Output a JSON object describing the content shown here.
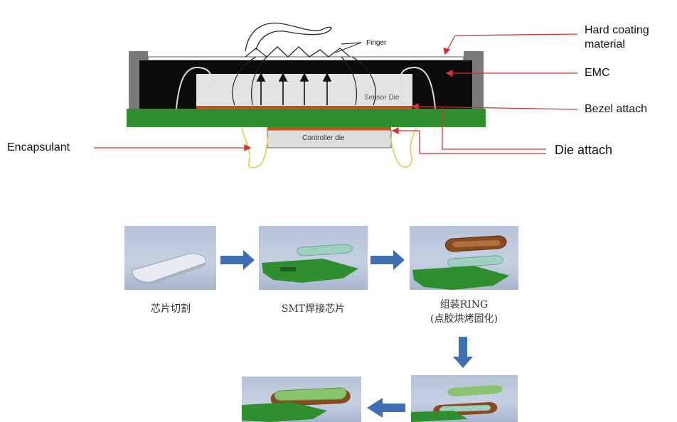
{
  "cross_section": {
    "labels": {
      "finger": "Finger",
      "hard_coating": "Hard coating\nmaterial",
      "emc": "EMC",
      "bezel_attach": "Bezel attach",
      "die_attach": "Die attach",
      "encapsulant": "Encapsulant",
      "sensor_die": "Sensor Die",
      "controller_die": "Controller die"
    },
    "colors": {
      "emc": "#0b0b0b",
      "substrate": "#2f8f2f",
      "bezel": "#7a7a7a",
      "attach_line": "#c8501c",
      "encapsulant": "#e6d46a",
      "arrow": "#d33333"
    }
  },
  "process_flow": {
    "steps": [
      {
        "label": "芯片切割"
      },
      {
        "label": "SMT焊接芯片"
      },
      {
        "label": "组装RING",
        "sublabel": "(点胶烘烤固化)"
      }
    ],
    "arrow_color": "#3e6fb3"
  }
}
